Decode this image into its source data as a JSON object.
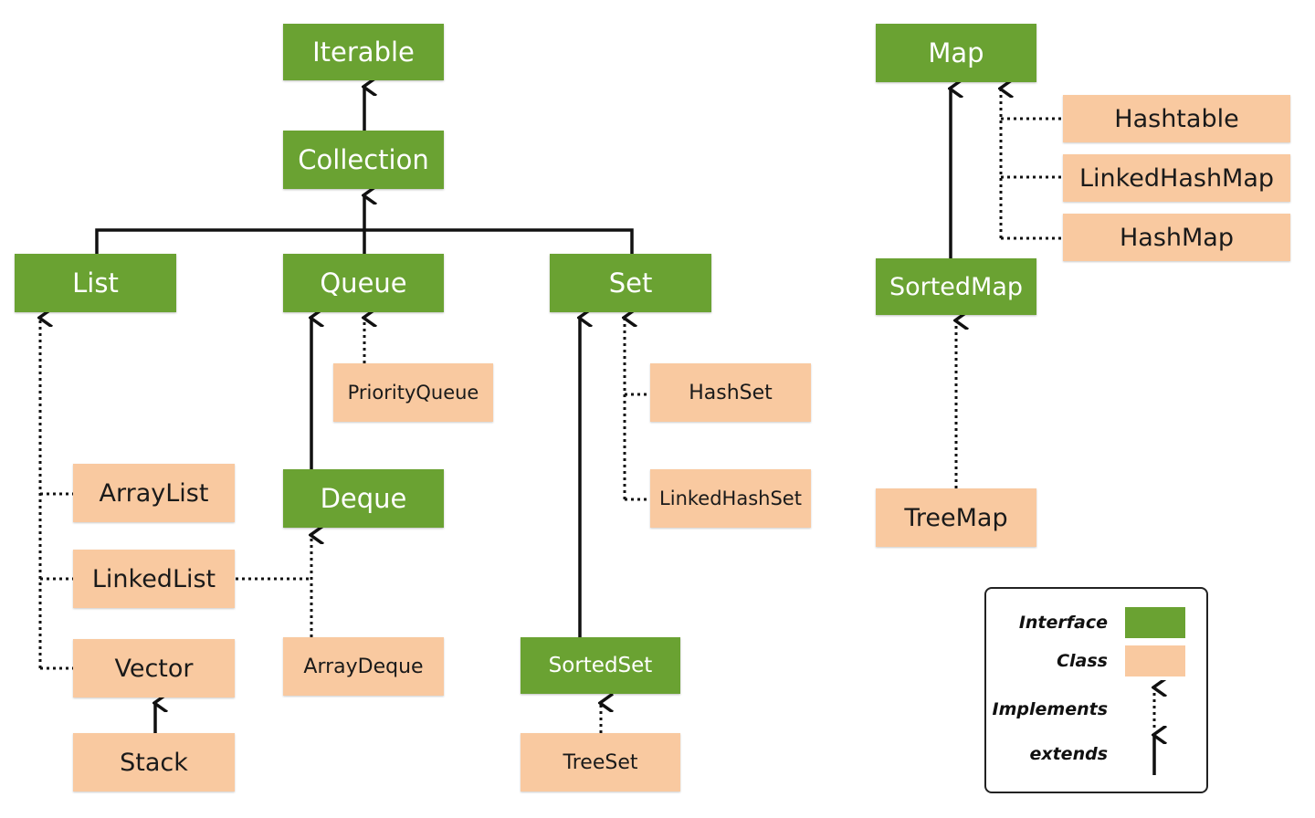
{
  "nodes": {
    "iterable": "Iterable",
    "collection": "Collection",
    "list": "List",
    "queue": "Queue",
    "set": "Set",
    "deque": "Deque",
    "sortedset": "SortedSet",
    "map": "Map",
    "sortedmap": "SortedMap",
    "arraylist": "ArrayList",
    "linkedlist": "LinkedList",
    "vector": "Vector",
    "stack": "Stack",
    "priorityqueue": "PriorityQueue",
    "arraydeque": "ArrayDeque",
    "hashset": "HashSet",
    "linkedhashset": "LinkedHashSet",
    "treeset": "TreeSet",
    "hashtable": "Hashtable",
    "linkedhashmap": "LinkedHashMap",
    "hashmap": "HashMap",
    "treemap": "TreeMap"
  },
  "legend": {
    "interface": "Interface",
    "class": "Class",
    "implements": "Implements",
    "extends": "extends"
  },
  "colors": {
    "interface": "#6aa232",
    "class": "#f9c9a0",
    "line": "#111111"
  }
}
